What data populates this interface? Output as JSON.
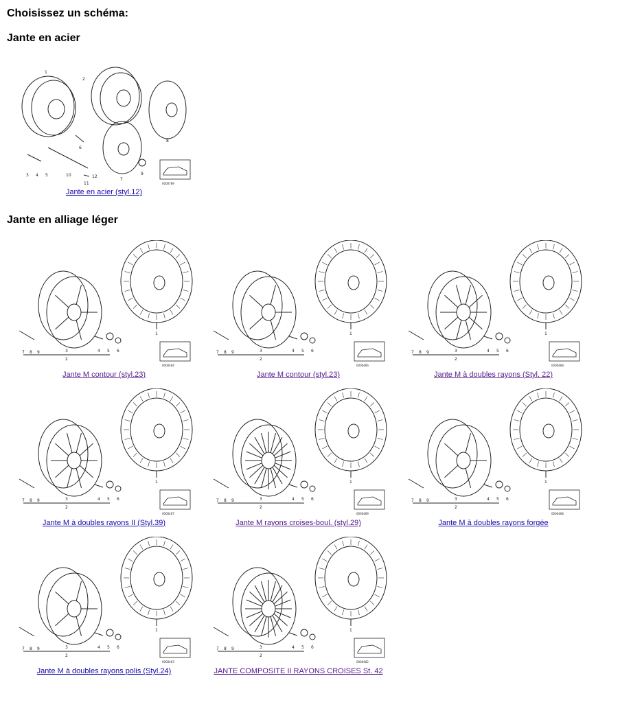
{
  "page": {
    "heading": "Choisissez un schéma:"
  },
  "sections": [
    {
      "title": "Jante en acier",
      "diagrams": [
        {
          "label": "Jante en acier (styl.12)",
          "code": "0000789"
        }
      ]
    },
    {
      "title": "Jante en alliage léger",
      "diagrams": [
        {
          "label": "Jante M contour (styl.23)",
          "code": "0000464"
        },
        {
          "label": "Jante M contour (styl.23)",
          "code": "0000466"
        },
        {
          "label": "Jante M à doubles rayons (Styl. 22)",
          "code": "0000468"
        },
        {
          "label": "Jante M à doubles rayons II (Styl.39)",
          "code": "0000467"
        },
        {
          "label": "Jante M rayons croises-boul. (styl.29)",
          "code": "0000469"
        },
        {
          "label": "Jante M à doubles rayons forgée",
          "code": "0000468"
        },
        {
          "label": "Jante M à doubles rayons polis (Styl.24)",
          "code": "0000463"
        },
        {
          "label": "JANTE COMPOSITE II RAYONS CROISES St. 42",
          "code": "0000462"
        }
      ]
    }
  ],
  "colors": {
    "link": "#1a0dab",
    "visited_link": "#551a8b",
    "line_art": "#222222"
  }
}
